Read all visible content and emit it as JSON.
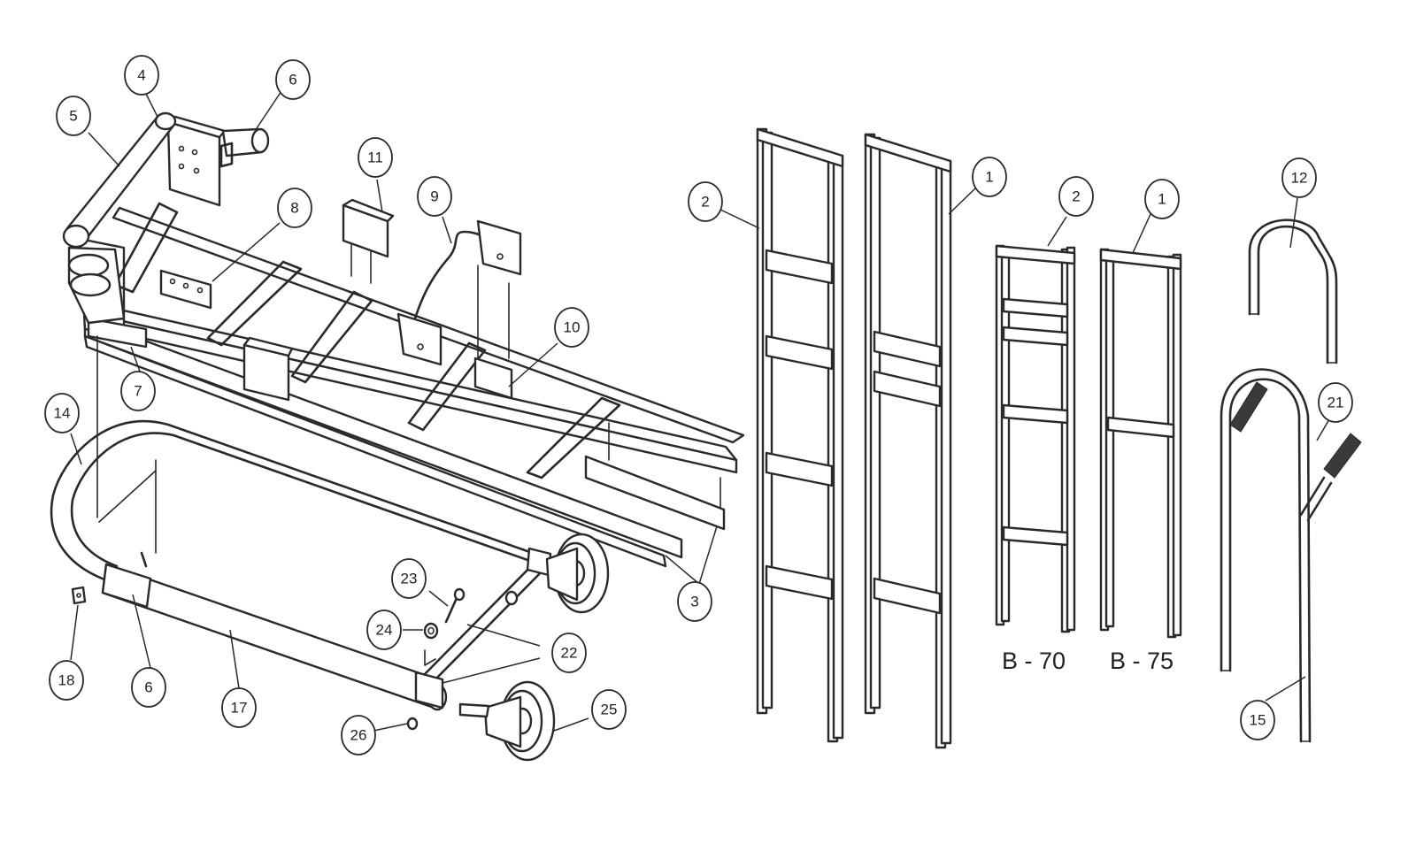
{
  "diagram": {
    "callouts": [
      {
        "id": "c4",
        "label": "4"
      },
      {
        "id": "c6a",
        "label": "6"
      },
      {
        "id": "c5",
        "label": "5"
      },
      {
        "id": "c11",
        "label": "11"
      },
      {
        "id": "c8",
        "label": "8"
      },
      {
        "id": "c9",
        "label": "9"
      },
      {
        "id": "c10",
        "label": "10"
      },
      {
        "id": "c7",
        "label": "7"
      },
      {
        "id": "c14",
        "label": "14"
      },
      {
        "id": "c23",
        "label": "23"
      },
      {
        "id": "c24",
        "label": "24"
      },
      {
        "id": "c22",
        "label": "22"
      },
      {
        "id": "c3",
        "label": "3"
      },
      {
        "id": "c18",
        "label": "18"
      },
      {
        "id": "c6b",
        "label": "6"
      },
      {
        "id": "c17",
        "label": "17"
      },
      {
        "id": "c26",
        "label": "26"
      },
      {
        "id": "c25",
        "label": "25"
      },
      {
        "id": "c2a",
        "label": "2"
      },
      {
        "id": "c1a",
        "label": "1"
      },
      {
        "id": "c2b",
        "label": "2"
      },
      {
        "id": "c1b",
        "label": "1"
      },
      {
        "id": "c12",
        "label": "12"
      },
      {
        "id": "c21",
        "label": "21"
      },
      {
        "id": "c15",
        "label": "15"
      }
    ],
    "model_labels": {
      "b70": "B - 70",
      "b75": "B - 75"
    }
  }
}
